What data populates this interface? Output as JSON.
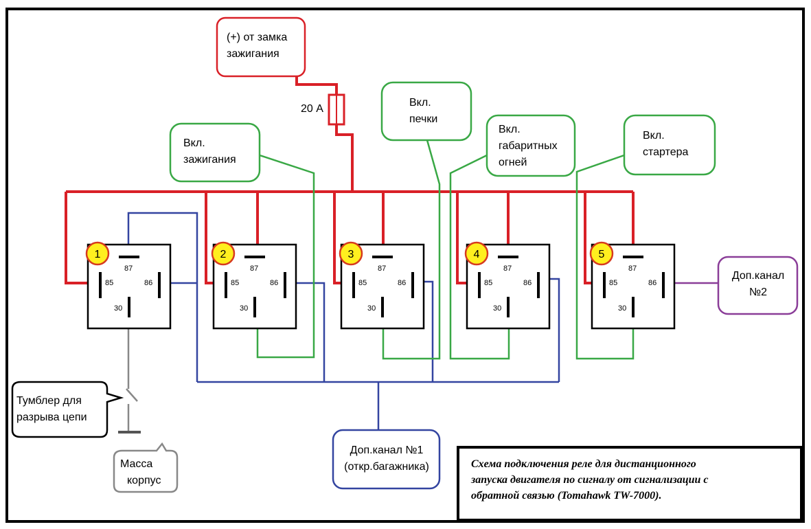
{
  "callouts": {
    "ignition_lock": [
      "(+) от замка",
      "зажигания"
    ],
    "fuse": "20 А",
    "ign_on": [
      "Вкл.",
      "зажигания"
    ],
    "heater_on": [
      "Вкл.",
      "печки"
    ],
    "lights_on": [
      "Вкл.",
      "габаритных",
      "огней"
    ],
    "starter_on": [
      "Вкл.",
      "стартера"
    ],
    "aux2": [
      "Доп.канал",
      "№2"
    ],
    "aux1": [
      "Доп.канал №1",
      "(откр.багажника)"
    ],
    "toggle": [
      "Тумблер для",
      "разрыва цепи"
    ],
    "ground": [
      "Масса",
      "корпус"
    ]
  },
  "relays": [
    {
      "number": "1",
      "pin87": "87",
      "pin85": "85",
      "pin86": "86",
      "pin30": "30"
    },
    {
      "number": "2",
      "pin87": "87",
      "pin85": "85",
      "pin86": "86",
      "pin30": "30"
    },
    {
      "number": "3",
      "pin87": "87",
      "pin85": "85",
      "pin86": "86",
      "pin30": "30"
    },
    {
      "number": "4",
      "pin87": "87",
      "pin85": "85",
      "pin86": "86",
      "pin30": "30"
    },
    {
      "number": "5",
      "pin87": "87",
      "pin85": "85",
      "pin86": "86",
      "pin30": "30"
    }
  ],
  "caption": [
    "Схема подключения реле для дистанционного",
    "запуска двигателя по сигналу от сигнализации с",
    "обратной связью (Tomahawk TW-7000)."
  ],
  "colors": {
    "power": "#d92027",
    "control": "#3344a0",
    "output": "#39a845",
    "aux2": "#8a3d98",
    "ground": "#888888",
    "badge": "#ffef1f",
    "badge_border": "#d63a1f"
  }
}
